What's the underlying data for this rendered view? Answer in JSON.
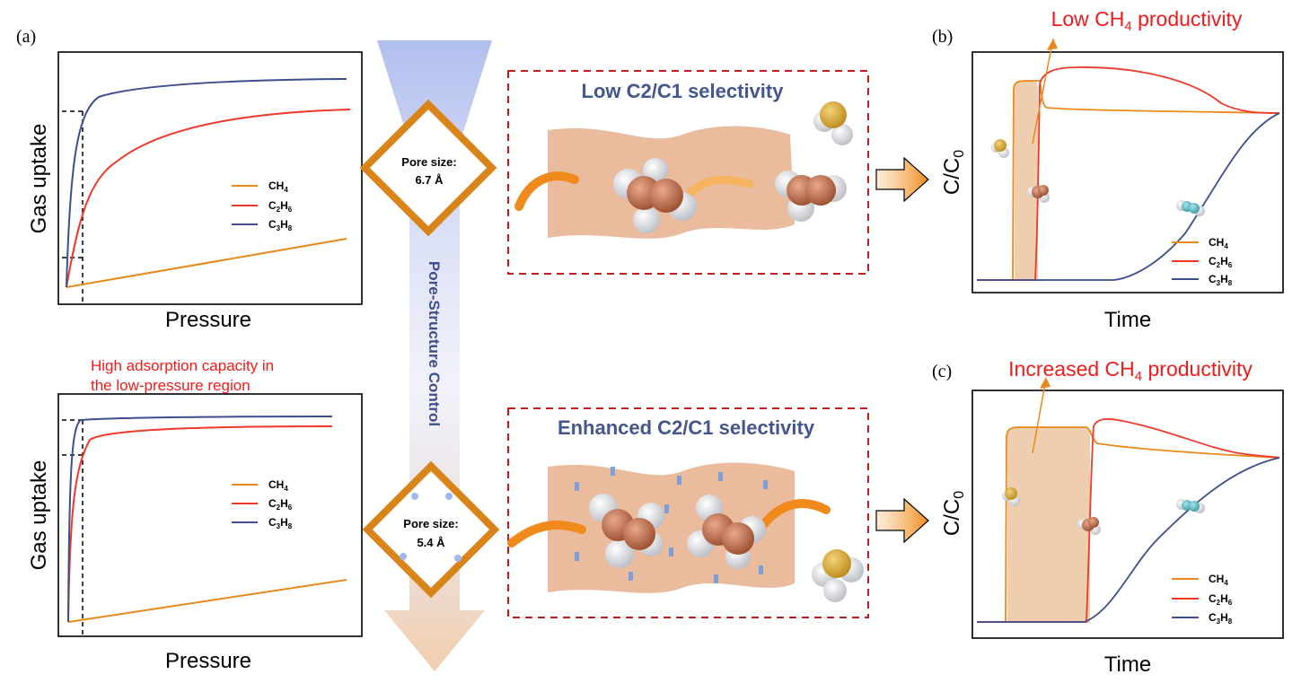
{
  "panel_labels": {
    "a": "(a)",
    "b": "(b)",
    "c": "(c)"
  },
  "colors": {
    "ch4": "#e8891b",
    "c2h6": "#ee3a2a",
    "c3h8": "#3d4f8c",
    "box": "#c31b1b",
    "diamond": "#d88418",
    "accent": "#ee1c1c"
  },
  "legend": [
    {
      "base": "CH",
      "sub": "4",
      "color_key": "ch4"
    },
    {
      "base": "C",
      "sub": "2",
      "mid": "H",
      "sub2": "6",
      "color_key": "c2h6"
    },
    {
      "base": "C",
      "sub": "3",
      "mid": "H",
      "sub2": "8",
      "color_key": "c3h8"
    }
  ],
  "isotherms": {
    "y_label": "Gas uptake",
    "x_label": "Pressure",
    "note_line1": "High adsorption capacity in",
    "note_line2": "the low-pressure region"
  },
  "center": {
    "arrow_label": "Pore-Structure Control",
    "top": {
      "title": "Low C2/C1 selectivity",
      "pore_line1": "Pore size:",
      "pore_line2": "6.7 Å"
    },
    "bottom": {
      "title": "Enhanced C2/C1 selectivity",
      "pore_line1": "Pore size:",
      "pore_line2": "5.4 Å"
    }
  },
  "breakthrough": {
    "y_label_base": "C/C",
    "y_label_sub": "0",
    "x_label": "Time",
    "b_title_pre": "Low CH",
    "b_title_sub": "4",
    "b_title_post": " productivity",
    "c_title_pre": "Increased CH",
    "c_title_sub": "4",
    "c_title_post": " productivity"
  }
}
